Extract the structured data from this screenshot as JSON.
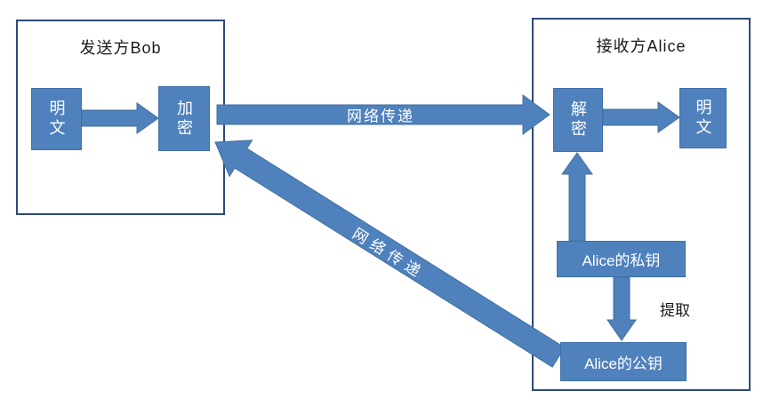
{
  "sender": {
    "title": "发送方Bob",
    "plaintext_label": "明文",
    "encrypt_label": "加密"
  },
  "receiver": {
    "title": "接收方Alice",
    "decrypt_label": "解密",
    "plaintext_label": "明文",
    "private_key_label": "Alice的私钥",
    "extract_label": "提取",
    "public_key_label": "Alice的公钥"
  },
  "arrows": {
    "network_top_label": "网络传递",
    "network_diagonal_label": "网络传递"
  },
  "colors": {
    "node_fill": "#4f81bd",
    "node_border": "#3f6fa8",
    "container_border": "#2c4a78",
    "arrow_fill": "#4f81bd",
    "arrow_stroke": "#41719c",
    "text_on_node": "#ffffff",
    "text_default": "#1a1a1a"
  }
}
